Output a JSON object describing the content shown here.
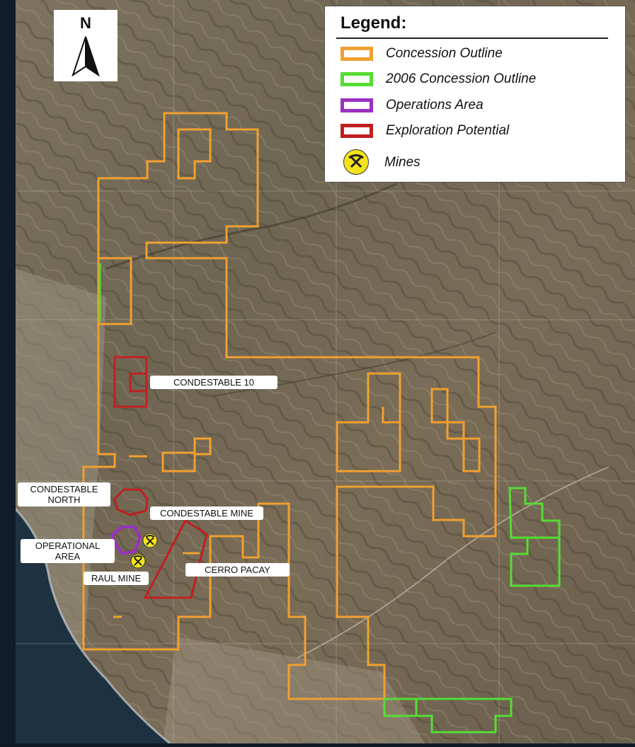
{
  "north_arrow": {
    "letter": "N"
  },
  "legend": {
    "title": "Legend:",
    "items": [
      {
        "label": "Concession Outline",
        "color": "#f0a030"
      },
      {
        "label": "2006 Concession Outline",
        "color": "#55dd33"
      },
      {
        "label": "Operations Area",
        "color": "#9b30c0"
      },
      {
        "label": "Exploration Potential",
        "color": "#c02020"
      },
      {
        "label": "Mines",
        "icon": "pickaxe-icon",
        "color": "#f2e31a"
      }
    ]
  },
  "map_labels": {
    "condestable_10": "CONDESTABLE 10",
    "condestable_north": "CONDESTABLE\nNORTH",
    "condestable_mine": "CONDESTABLE MINE",
    "operational_area": "OPERATIONAL\nAREA",
    "raul_mine": "RAUL MINE",
    "cerro_pacay": "CERRO PACAY"
  }
}
